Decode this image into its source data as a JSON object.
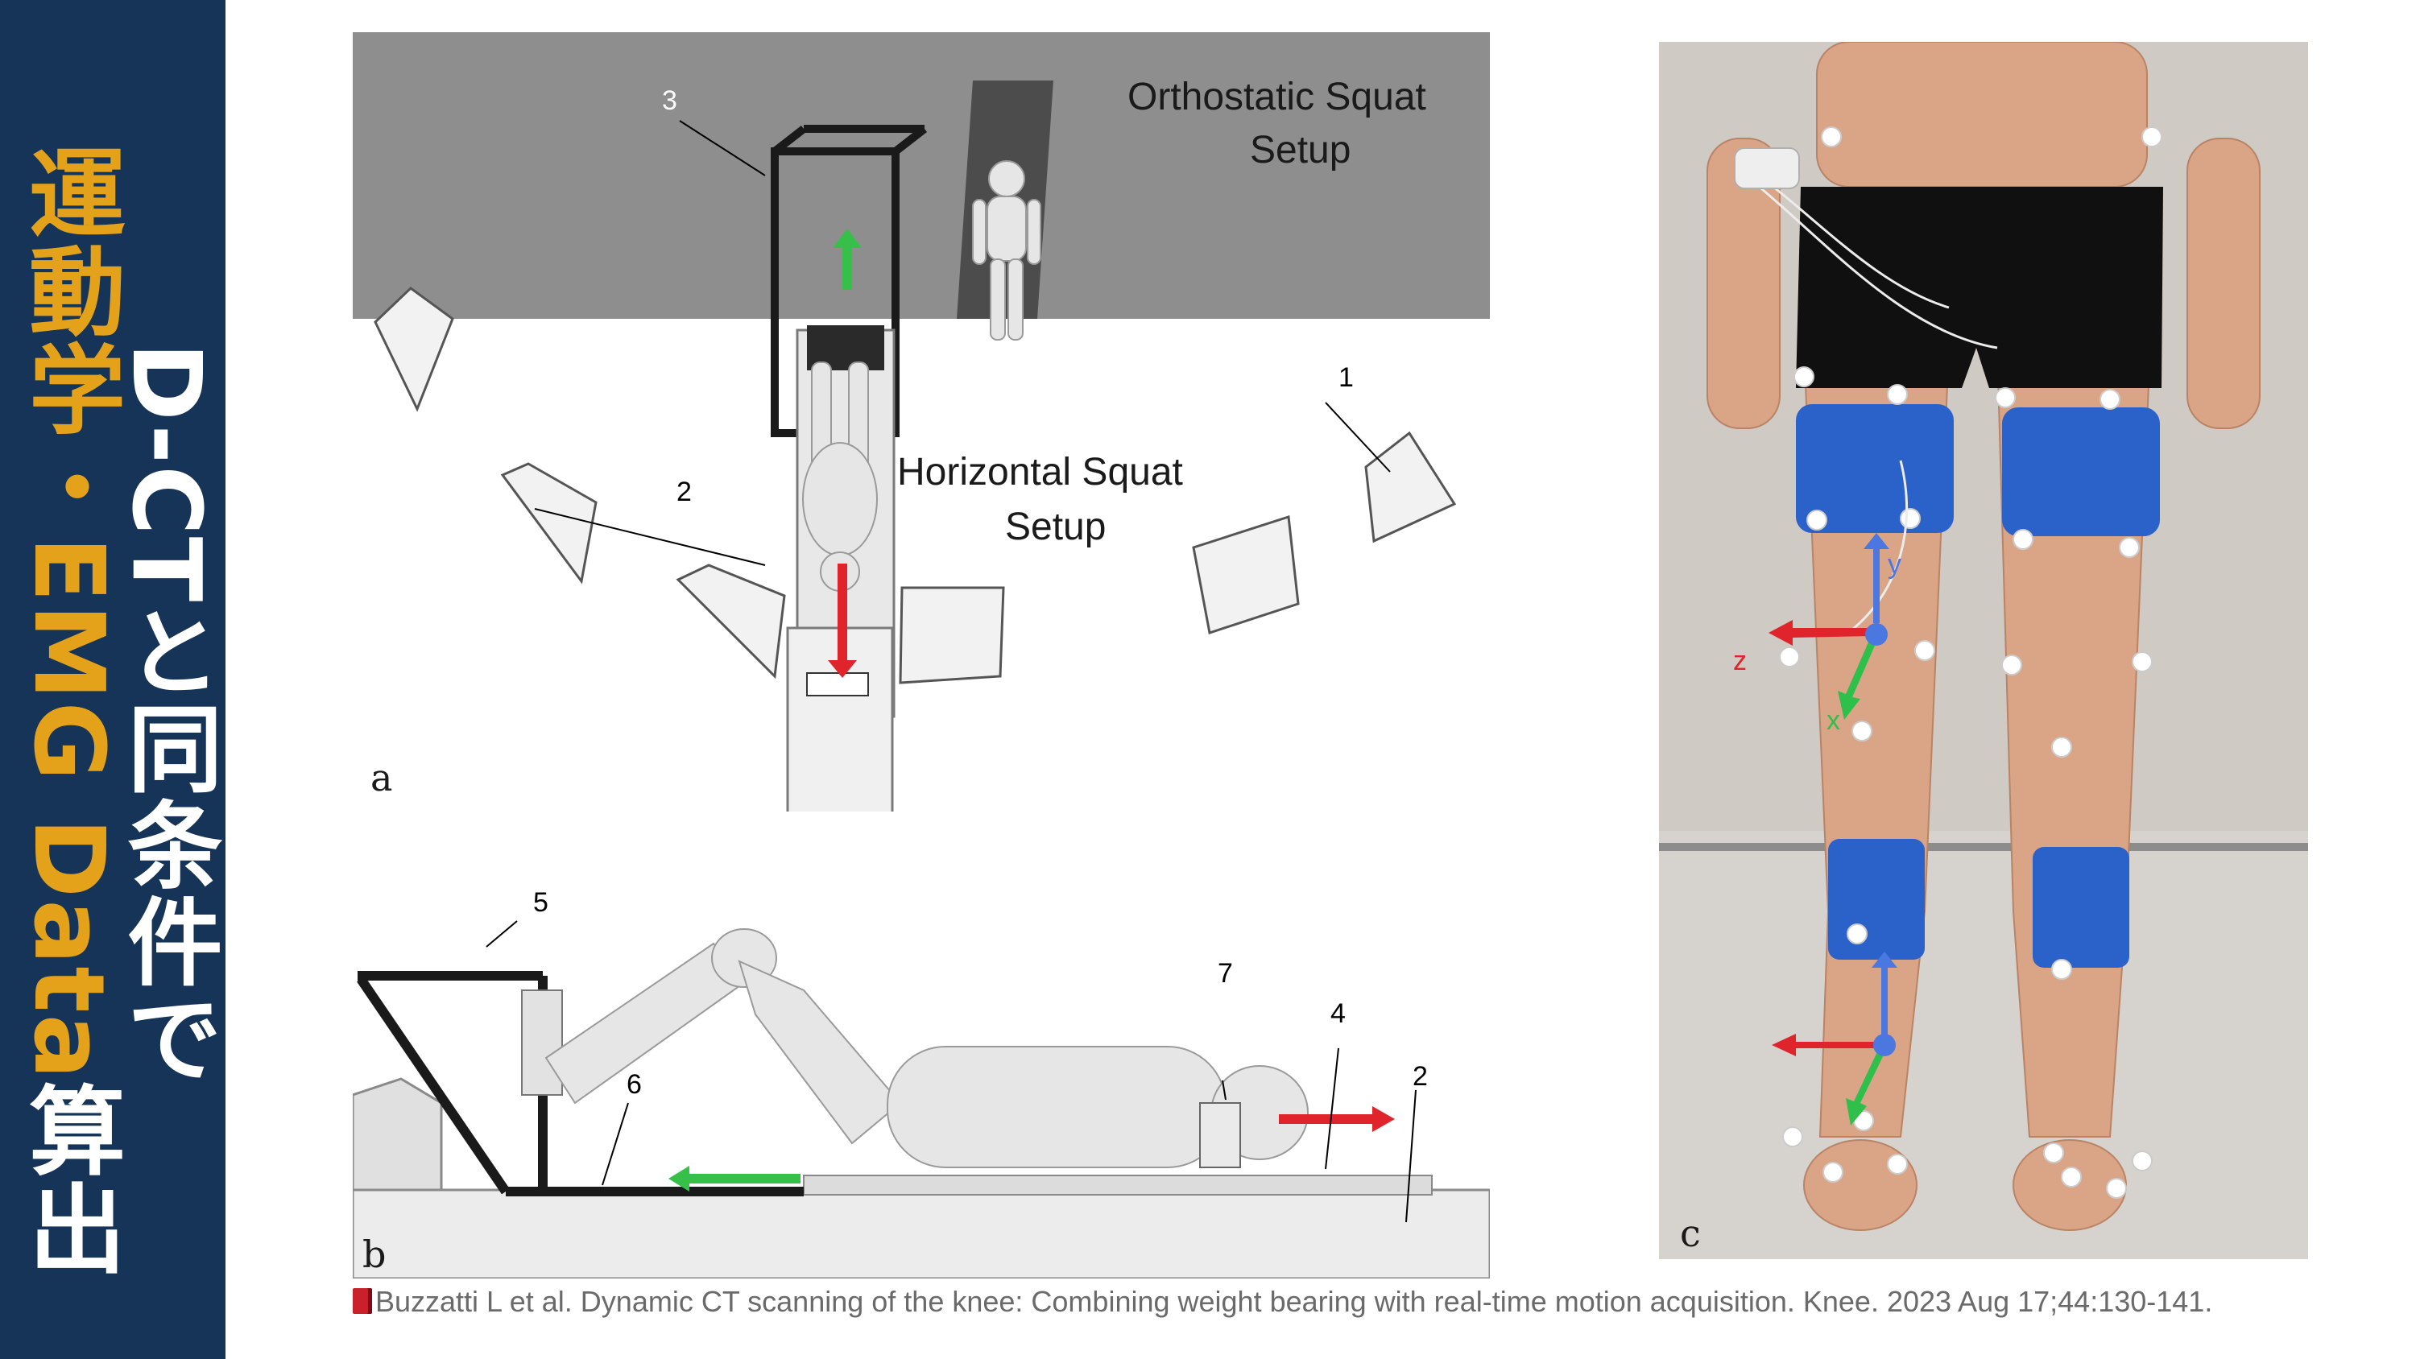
{
  "sidebar": {
    "title_col1": "運動学・EMG Data算出",
    "col1_part1": "運動学・EMG Data",
    "col1_part2": "算出",
    "col2_part1": "D-CT",
    "col2_part2": "と同条件で",
    "colors": {
      "background": "#163457",
      "accent": "#e4a21a",
      "text": "#ffffff"
    }
  },
  "figure": {
    "panel_a": {
      "letter": "a",
      "labels": {
        "orthostatic_line1": "Orthostatic Squat",
        "orthostatic_line2": "Setup",
        "horizontal_line1": "Horizontal Squat",
        "horizontal_line2": "Setup",
        "n1": "1",
        "n2": "2",
        "n3": "3"
      }
    },
    "panel_b": {
      "letter": "b",
      "labels": {
        "n2": "2",
        "n4": "4",
        "n5": "5",
        "n6": "6",
        "n7": "7"
      }
    },
    "panel_c": {
      "letter": "c",
      "axes": {
        "y": "y",
        "z": "z",
        "x": "x"
      }
    }
  },
  "citation": {
    "icon": "book-icon",
    "text": "Buzzatti L et al. Dynamic CT scanning of the knee: Combining weight bearing with real-time motion acquisition. Knee. 2023 Aug 17;44:130-141."
  }
}
